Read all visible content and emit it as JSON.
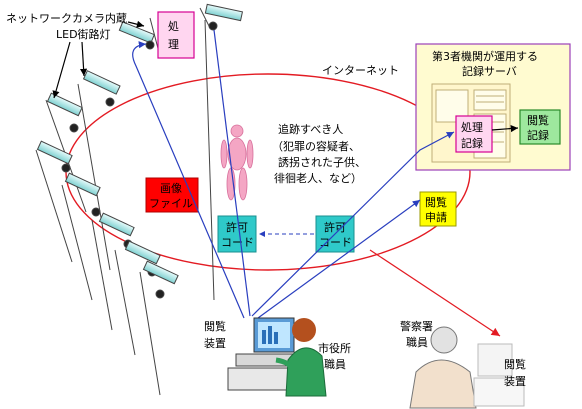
{
  "camera_caption": [
    "ネットワークカメラ内蔵",
    "LED街路灯"
  ],
  "process_box": [
    "処",
    "理"
  ],
  "internet_label": "インターネット",
  "third_party": {
    "title": [
      "第3者機関が運用する",
      "記録サーバ"
    ],
    "process": [
      "処理",
      "記録"
    ],
    "view_record": [
      "閲覧",
      "記録"
    ]
  },
  "person_text": [
    "追跡すべき人",
    "（犯罪の容疑者、",
    "誘拐された子供、",
    "徘徊老人、など）"
  ],
  "image_file": [
    "画像",
    "ファイル"
  ],
  "permit_code_left": [
    "許可",
    "コード"
  ],
  "permit_code_right": [
    "許可",
    "コード"
  ],
  "view_request": [
    "閲覧",
    "申請"
  ],
  "viewer_device": [
    "閲覧",
    "装置"
  ],
  "city_staff": [
    "市役所",
    "職員"
  ],
  "police_staff": [
    "警察署",
    "職員"
  ],
  "police_device": [
    "閲覧",
    "装置"
  ],
  "colors": {
    "ellipse": "#e31b23",
    "arrow_blue": "#2a3fbf",
    "process_fill": "#ffd6f0",
    "process_border": "#d60093",
    "teal": "#2fc9c9",
    "green": "#9ee89e",
    "yellow": "#ffff00",
    "red_box": "#ff0000",
    "server_bg": "#fffbd0",
    "server_border": "#9b3fb8"
  }
}
